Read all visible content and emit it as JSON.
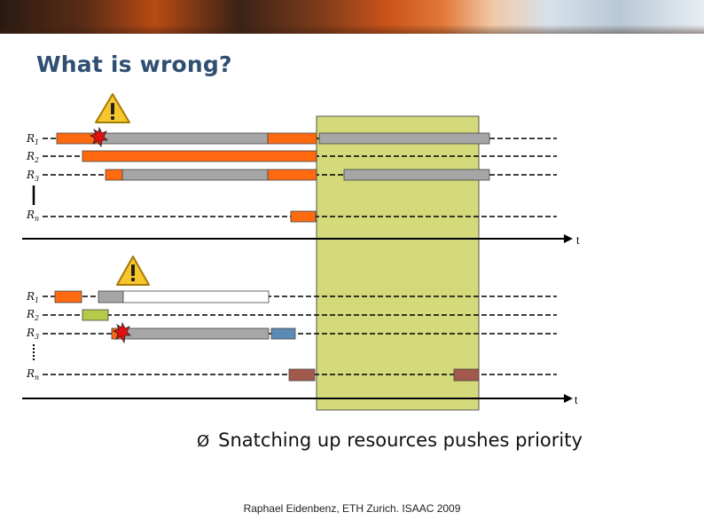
{
  "slide": {
    "title": "What is wrong?",
    "bullet_marker": "Ø",
    "bullet": "Snatching up resources pushes priority",
    "footer": "Raphael Eidenbenz, ETH Zurich. ISAAC 2009"
  },
  "colors": {
    "title": "#2f4f73",
    "highlight": "#d4d97a",
    "orange": "#ff6a10",
    "gray": "#a6a6a6",
    "green": "#b5c94a",
    "blue": "#5b8ab5",
    "brown": "#a0594a"
  },
  "diagrams": [
    {
      "axis_label": "t",
      "rows": [
        {
          "name": "R",
          "sub": "1"
        },
        {
          "name": "R",
          "sub": "2"
        },
        {
          "name": "R",
          "sub": "3"
        },
        {
          "name": "R",
          "sub": "n"
        }
      ],
      "separator_style": "solid",
      "icons": [
        "warning-icon",
        "explosion-icon"
      ]
    },
    {
      "axis_label": "t",
      "rows": [
        {
          "name": "R",
          "sub": "1"
        },
        {
          "name": "R",
          "sub": "2"
        },
        {
          "name": "R",
          "sub": "3"
        },
        {
          "name": "R",
          "sub": "n"
        }
      ],
      "separator_style": "dotted",
      "icons": [
        "warning-icon",
        "explosion-icon"
      ]
    }
  ]
}
